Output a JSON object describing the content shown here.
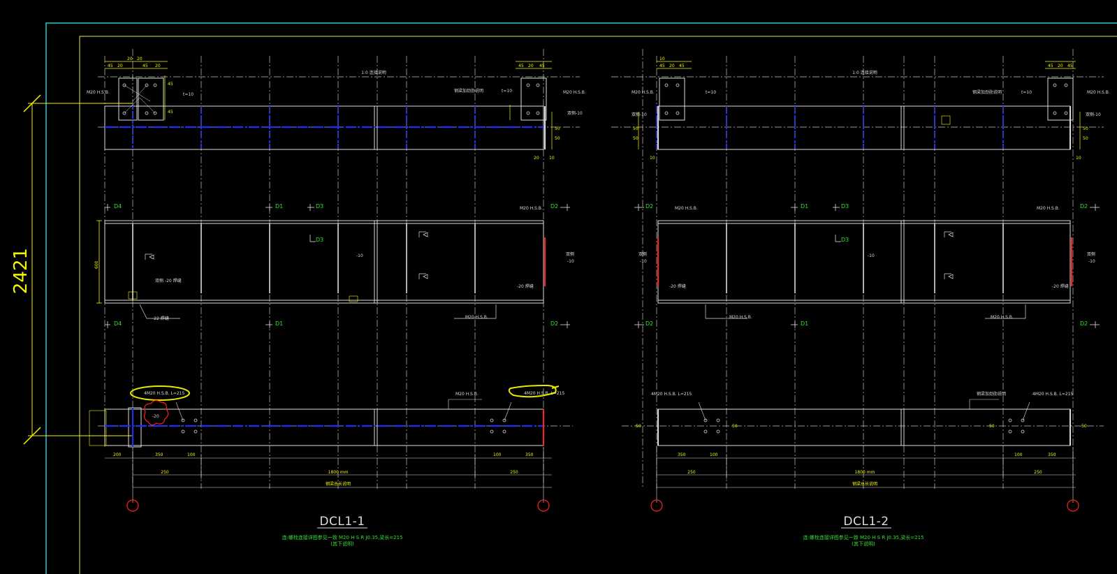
{
  "drawing": {
    "overall_dimension": "2421",
    "panels": [
      {
        "title": "DCL1-1",
        "note_line1": "连:螺栓连接详图参见一致 M20 H S R J0.35,梁长=215",
        "note_line2": "(其下说明)",
        "top_label": "1:0 连接说明",
        "sect_labels": [
          "D4",
          "D1",
          "D3",
          "D2",
          "D3",
          "D4",
          "D1",
          "D2"
        ],
        "mid_callouts": [
          "M20 H.S.B.",
          "M20 H.S.B.",
          "-10",
          "-20 焊缝",
          "-22 焊缝"
        ],
        "bottom_callouts": [
          "4M20 H.S.B. L=215",
          "4M20 H.S.B. L=215 ",
          "M20 H.S.B."
        ],
        "bottom_dims": [
          "250",
          "1800 mm",
          "250"
        ],
        "overall_note": "钢梁总长说明"
      },
      {
        "title": "DCL1-2",
        "note_line1": "连:螺栓连接详图参见一致 M20 H S R J0.35,梁长=215",
        "note_line2": "(其下说明)",
        "top_label": "1:0 连接说明",
        "sect_labels": [
          "D2",
          "D1",
          "D3",
          "D3",
          "D2",
          "D2",
          "D1",
          "D2"
        ],
        "mid_callouts": [
          "M20 H.S.B.",
          "M20 H.S.B.",
          "-10",
          "-20 焊缝",
          "M20 H.S.B."
        ],
        "bottom_callouts": [
          "4M20 H.S.B. L=215",
          "4M20 H.S.B. L=215"
        ],
        "bottom_dims": [
          "250",
          "1800 mm",
          "250"
        ],
        "overall_note": "钢梁总长说明"
      }
    ],
    "colors": {
      "background": "#000000",
      "frame_outer": "#27c9cf",
      "frame_inner": "#e3e35a",
      "lines": "#dcdcdc",
      "centerline": "#1f2bff",
      "dimension": "#f5f500",
      "section_labels": "#33e033",
      "markup": "#e8e800",
      "revision": "#ff2020"
    }
  }
}
